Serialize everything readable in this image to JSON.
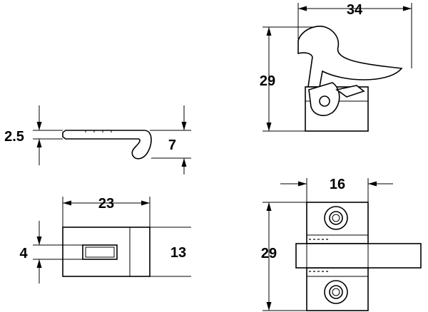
{
  "dimensions": {
    "top_view_width": "34",
    "top_view_height": "29",
    "keeper_thickness": "2.5",
    "keeper_hook_height": "7",
    "keeper_width": "23",
    "keeper_slot_height": "4",
    "keeper_height": "13",
    "front_view_width": "16",
    "front_view_height": "29"
  }
}
